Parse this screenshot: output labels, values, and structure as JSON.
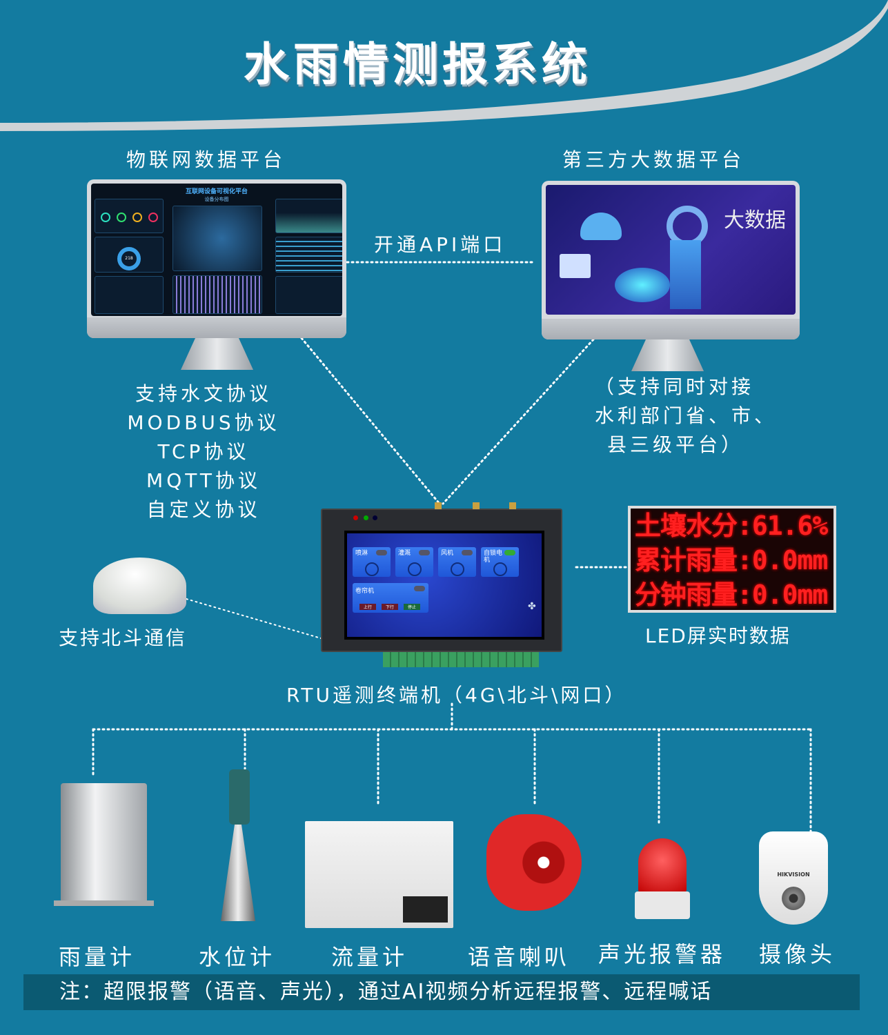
{
  "title": "水雨情测报系统",
  "left_platform": {
    "label": "物联网数据平台",
    "dashboard_title": "互联网设备可视化平台",
    "map_title": "设备分布图",
    "donut_value": "218"
  },
  "right_platform": {
    "label": "第三方大数据平台",
    "screen_text": "大数据"
  },
  "api_label": "开通API端口",
  "protocols": [
    "支持水文协议",
    "MODBUS协议",
    "TCP协议",
    "MQTT协议",
    "自定义协议"
  ],
  "right_note": [
    "（支持同时对接",
    "水利部门省、市、",
    "县三级平台）"
  ],
  "beidou_label": "支持北斗通信",
  "led": {
    "lines": [
      "土壤水分:61.6%",
      "累计雨量:0.0mm",
      "分钟雨量:0.0mm"
    ],
    "caption": "LED屏实时数据"
  },
  "rtu": {
    "caption": "RTU遥测终端机（4G\\北斗\\网口）",
    "tiles": [
      "喷淋",
      "灌溉",
      "风机",
      "自锁电机"
    ],
    "wide_tile": "卷帘机",
    "buttons": [
      "上行",
      "下行",
      "停止"
    ]
  },
  "devices": [
    {
      "label": "雨量计"
    },
    {
      "label": "水位计"
    },
    {
      "label": "流量计"
    },
    {
      "label": "语音喇叭"
    },
    {
      "label": "声光报警器"
    },
    {
      "label": "摄像头"
    }
  ],
  "camera_brand": "HIKVISION",
  "note": "注：超限报警（语音、声光），通过AI视频分析远程报警、远程喊话",
  "colors": {
    "background": "#137ba0",
    "note_bar": "#0b5a72",
    "led_text": "#ff2020",
    "speaker": "#e02020"
  }
}
